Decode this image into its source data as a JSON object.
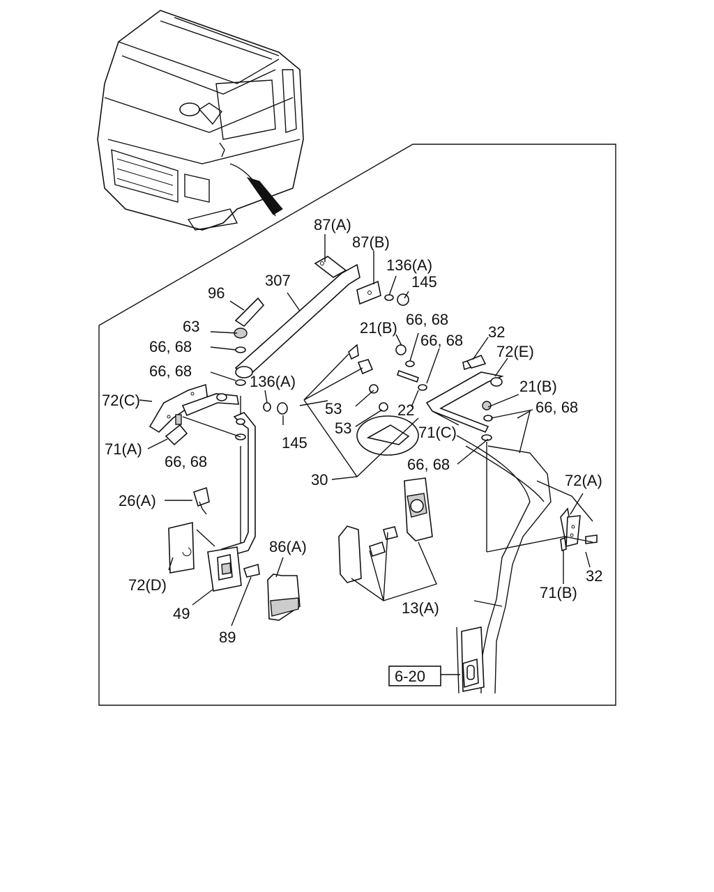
{
  "callouts": {
    "c87a": "87(A)",
    "c87b": "87(B)",
    "c136a_top": "136(A)",
    "c145_top": "145",
    "c307": "307",
    "c96": "96",
    "c63": "63",
    "c6668_a": "66, 68",
    "c6668_b": "66, 68",
    "c136a_mid": "136(A)",
    "c72c": "72(C)",
    "c71a": "71(A)",
    "c6668_c": "66, 68",
    "c145_mid": "145",
    "c26a": "26(A)",
    "c72d": "72(D)",
    "c49": "49",
    "c89": "89",
    "c86a": "86(A)",
    "c21b_a": "21(B)",
    "c6668_d": "66, 68",
    "c6668_e": "66, 68",
    "c32_top": "32",
    "c72e": "72(E)",
    "c21b_b": "21(B)",
    "c6668_f": "66, 68",
    "c53_a": "53",
    "c22": "22",
    "c53_b": "53",
    "c71c": "71(C)",
    "c30": "30",
    "c6668_g": "66, 68",
    "c72a": "72(A)",
    "c32_bot": "32",
    "c71b": "71(B)",
    "c13a": "13(A)",
    "ref_box": "6-20"
  }
}
